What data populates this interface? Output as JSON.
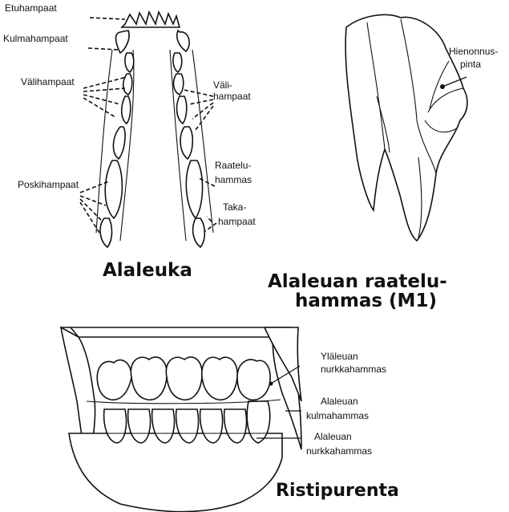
{
  "panels": {
    "lower_jaw": {
      "caption": "Alaleuka",
      "labels": {
        "incisors": "Etuhampaat",
        "canines": "Kulmahampaat",
        "premolars_left": "Välihampaat",
        "premolars_right_1": "Väli-",
        "premolars_right_2": "hampaat",
        "molars_left": "Poskihampaat",
        "carnassial_1": "Raatelu-",
        "carnassial_2": "hammas",
        "back_teeth_1": "Taka-",
        "back_teeth_2": "hampaat"
      }
    },
    "carnassial_tooth": {
      "caption_1": "Alaleuan raatelu-",
      "caption_2": "hammas (M1)",
      "labels": {
        "grinding_surface_1": "Hienonnus-",
        "grinding_surface_2": "pinta"
      }
    },
    "scissor_bite": {
      "caption": "Ristipurenta",
      "labels": {
        "upper_corner_1": "Yläleuan",
        "upper_corner_2": "nurkkahammas",
        "lower_canine_1": "Alaleuan",
        "lower_canine_2": "kulmahammas",
        "lower_corner_1": "Alaleuan",
        "lower_corner_2": "nurkkahammas"
      }
    }
  }
}
